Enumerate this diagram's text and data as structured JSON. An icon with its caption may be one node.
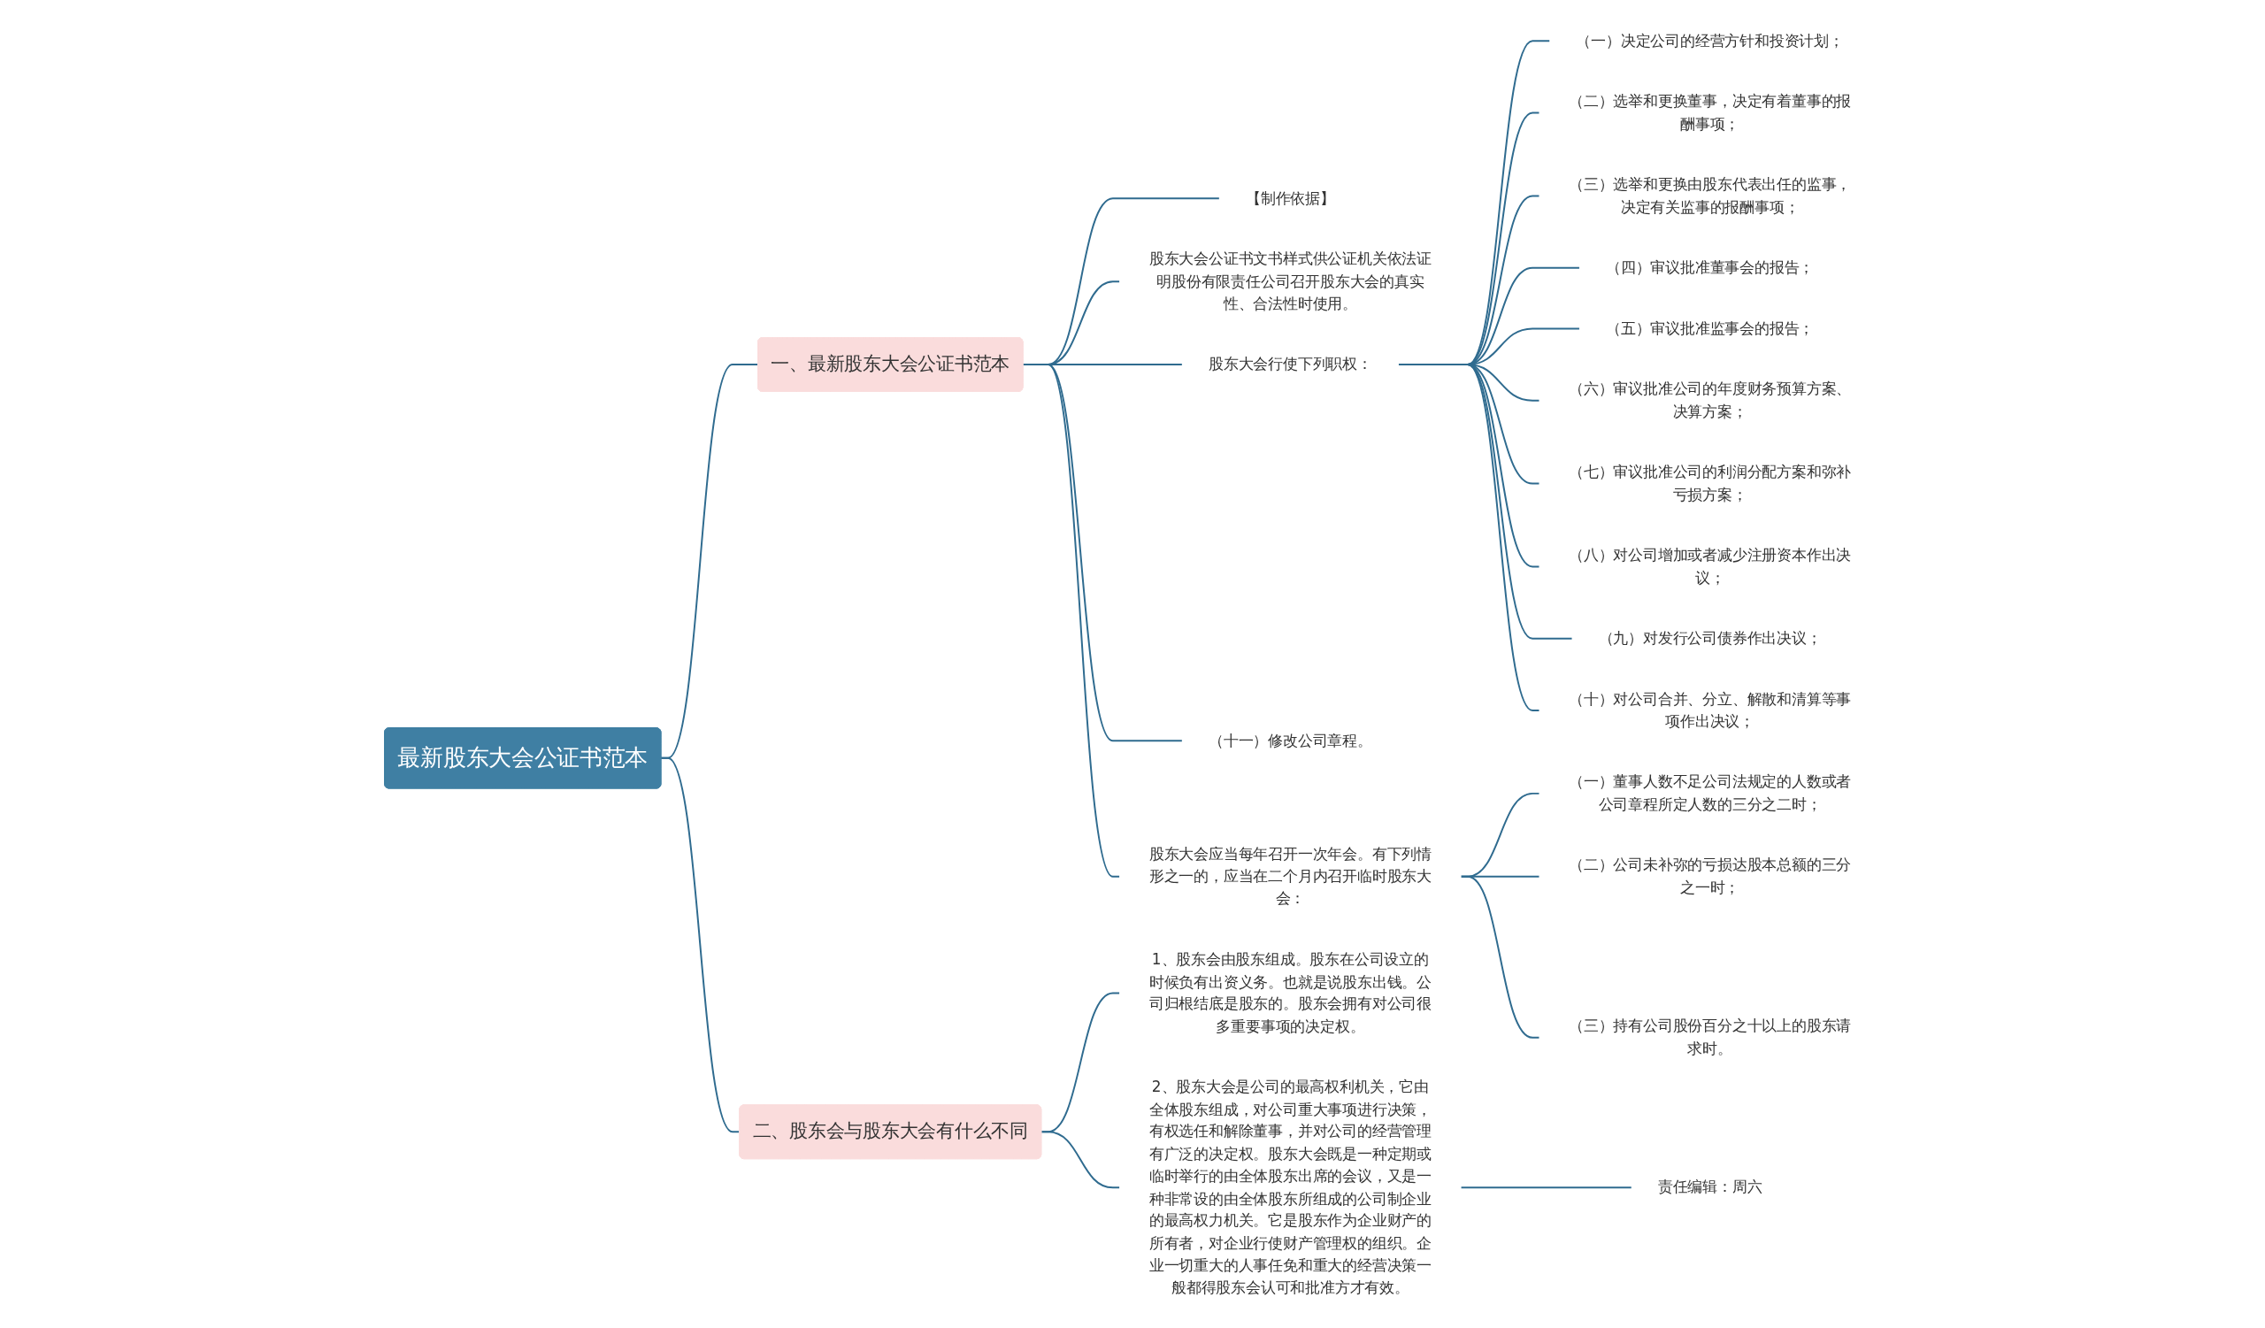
{
  "diagram": {
    "nodes": [
      {
        "text": [
          "最新股东大会公证书范本"
        ]
      },
      {
        "text": [
          "一、最新股东大会公证书范本"
        ]
      },
      {
        "text": [
          "【制作依据】"
        ]
      },
      {
        "text": [
          "股东大会公证书文书样式供公证机关依法证明股份有限责任公司召开股东大会的真实性、合法性时使用。"
        ]
      },
      {
        "text": [
          "股东大会行使下列职权："
        ]
      },
      {
        "text": [
          "（一）决定公司的经营方针和投资计划；"
        ]
      },
      {
        "text": [
          "（二）选举和更换董事，决定有着董事的报酬事项；"
        ]
      },
      {
        "text": [
          "（三）选举和更换由股东代表出任的监事，决定有关监事的报酬事项；"
        ]
      },
      {
        "text": [
          "（四）审议批准董事会的报告；"
        ]
      },
      {
        "text": [
          "（五）审议批准监事会的报告；"
        ]
      },
      {
        "text": [
          "（六）审议批准公司的年度财务预算方案、决算方案；"
        ]
      },
      {
        "text": [
          "（七）审议批准公司的利润分配方案和弥补亏损方案；"
        ]
      },
      {
        "text": [
          "（八）对公司增加或者减少注册资本作出决议；"
        ]
      },
      {
        "text": [
          "（九）对发行公司债券作出决议；"
        ]
      },
      {
        "text": [
          "（十）对公司合并、分立、解散和清算等事项作出决议；"
        ]
      },
      {
        "text": [
          "（十一）修改公司章程。"
        ]
      },
      {
        "text": [
          "股东大会应当每年召开一次年会。有下列情形之一的，应当在二个月内召开临时股东大会："
        ]
      },
      {
        "text": [
          "（一）董事人数不足公司法规定的人数或者公司章程所定人数的三分之二时；"
        ]
      },
      {
        "text": [
          "（二）公司未补弥的亏损达股本总额的三分之一时；"
        ]
      },
      {
        "text": [
          "（三）持有公司股份百分之十以上的股东请求时。"
        ]
      },
      {
        "text": [
          "二、股东会与股东大会有什么不同"
        ]
      },
      {
        "text": [
          "1、股东会由股东组成。股东在公司设立的时候负有出资义务。也就是说股东出钱。公司归根结底是股东的。股东会拥有对公司很多重要事项的决定权。"
        ]
      },
      {
        "text": [
          "2、股东大会是公司的最高权利机关，它由全体股东组成，对公司重大事项进行决策，有权选任和解除董事，并对公司的经营管理有广泛的决定权。股东大会既是一种定期或临时举行的由全体股东出席的会议，又是一种非常设的由全体股东所组成的公司制企业的最高权力机关。它是股东作为企业财产的所有者，对企业行使财产管理权的组织。企业一切重大的人事任免和重大的经营决策一般都得股东会认可和批准方才有效。"
        ]
      },
      {
        "text": [
          "责任编辑：周六"
        ]
      }
    ],
    "edges": [
      {
        "from": 0,
        "to": 1,
        "arrow": "none"
      },
      {
        "from": 1,
        "to": 2,
        "arrow": "none"
      },
      {
        "from": 1,
        "to": 3,
        "arrow": "none"
      },
      {
        "from": 1,
        "to": 4,
        "arrow": "none"
      },
      {
        "from": 4,
        "to": 5,
        "arrow": "none"
      },
      {
        "from": 4,
        "to": 6,
        "arrow": "none"
      },
      {
        "from": 4,
        "to": 7,
        "arrow": "none"
      },
      {
        "from": 4,
        "to": 8,
        "arrow": "none"
      },
      {
        "from": 4,
        "to": 9,
        "arrow": "none"
      },
      {
        "from": 4,
        "to": 10,
        "arrow": "none"
      },
      {
        "from": 4,
        "to": 11,
        "arrow": "none"
      },
      {
        "from": 4,
        "to": 12,
        "arrow": "none"
      },
      {
        "from": 4,
        "to": 13,
        "arrow": "none"
      },
      {
        "from": 4,
        "to": 14,
        "arrow": "none"
      },
      {
        "from": 1,
        "to": 15,
        "arrow": "none"
      },
      {
        "from": 1,
        "to": 16,
        "arrow": "none"
      },
      {
        "from": 16,
        "to": 17,
        "arrow": "none"
      },
      {
        "from": 16,
        "to": 18,
        "arrow": "none"
      },
      {
        "from": 16,
        "to": 19,
        "arrow": "none"
      },
      {
        "from": 0,
        "to": 20,
        "arrow": "none"
      },
      {
        "from": 20,
        "to": 21,
        "arrow": "none"
      },
      {
        "from": 20,
        "to": 22,
        "arrow": "none"
      },
      {
        "from": 22,
        "to": 23,
        "arrow": "none"
      }
    ]
  }
}
